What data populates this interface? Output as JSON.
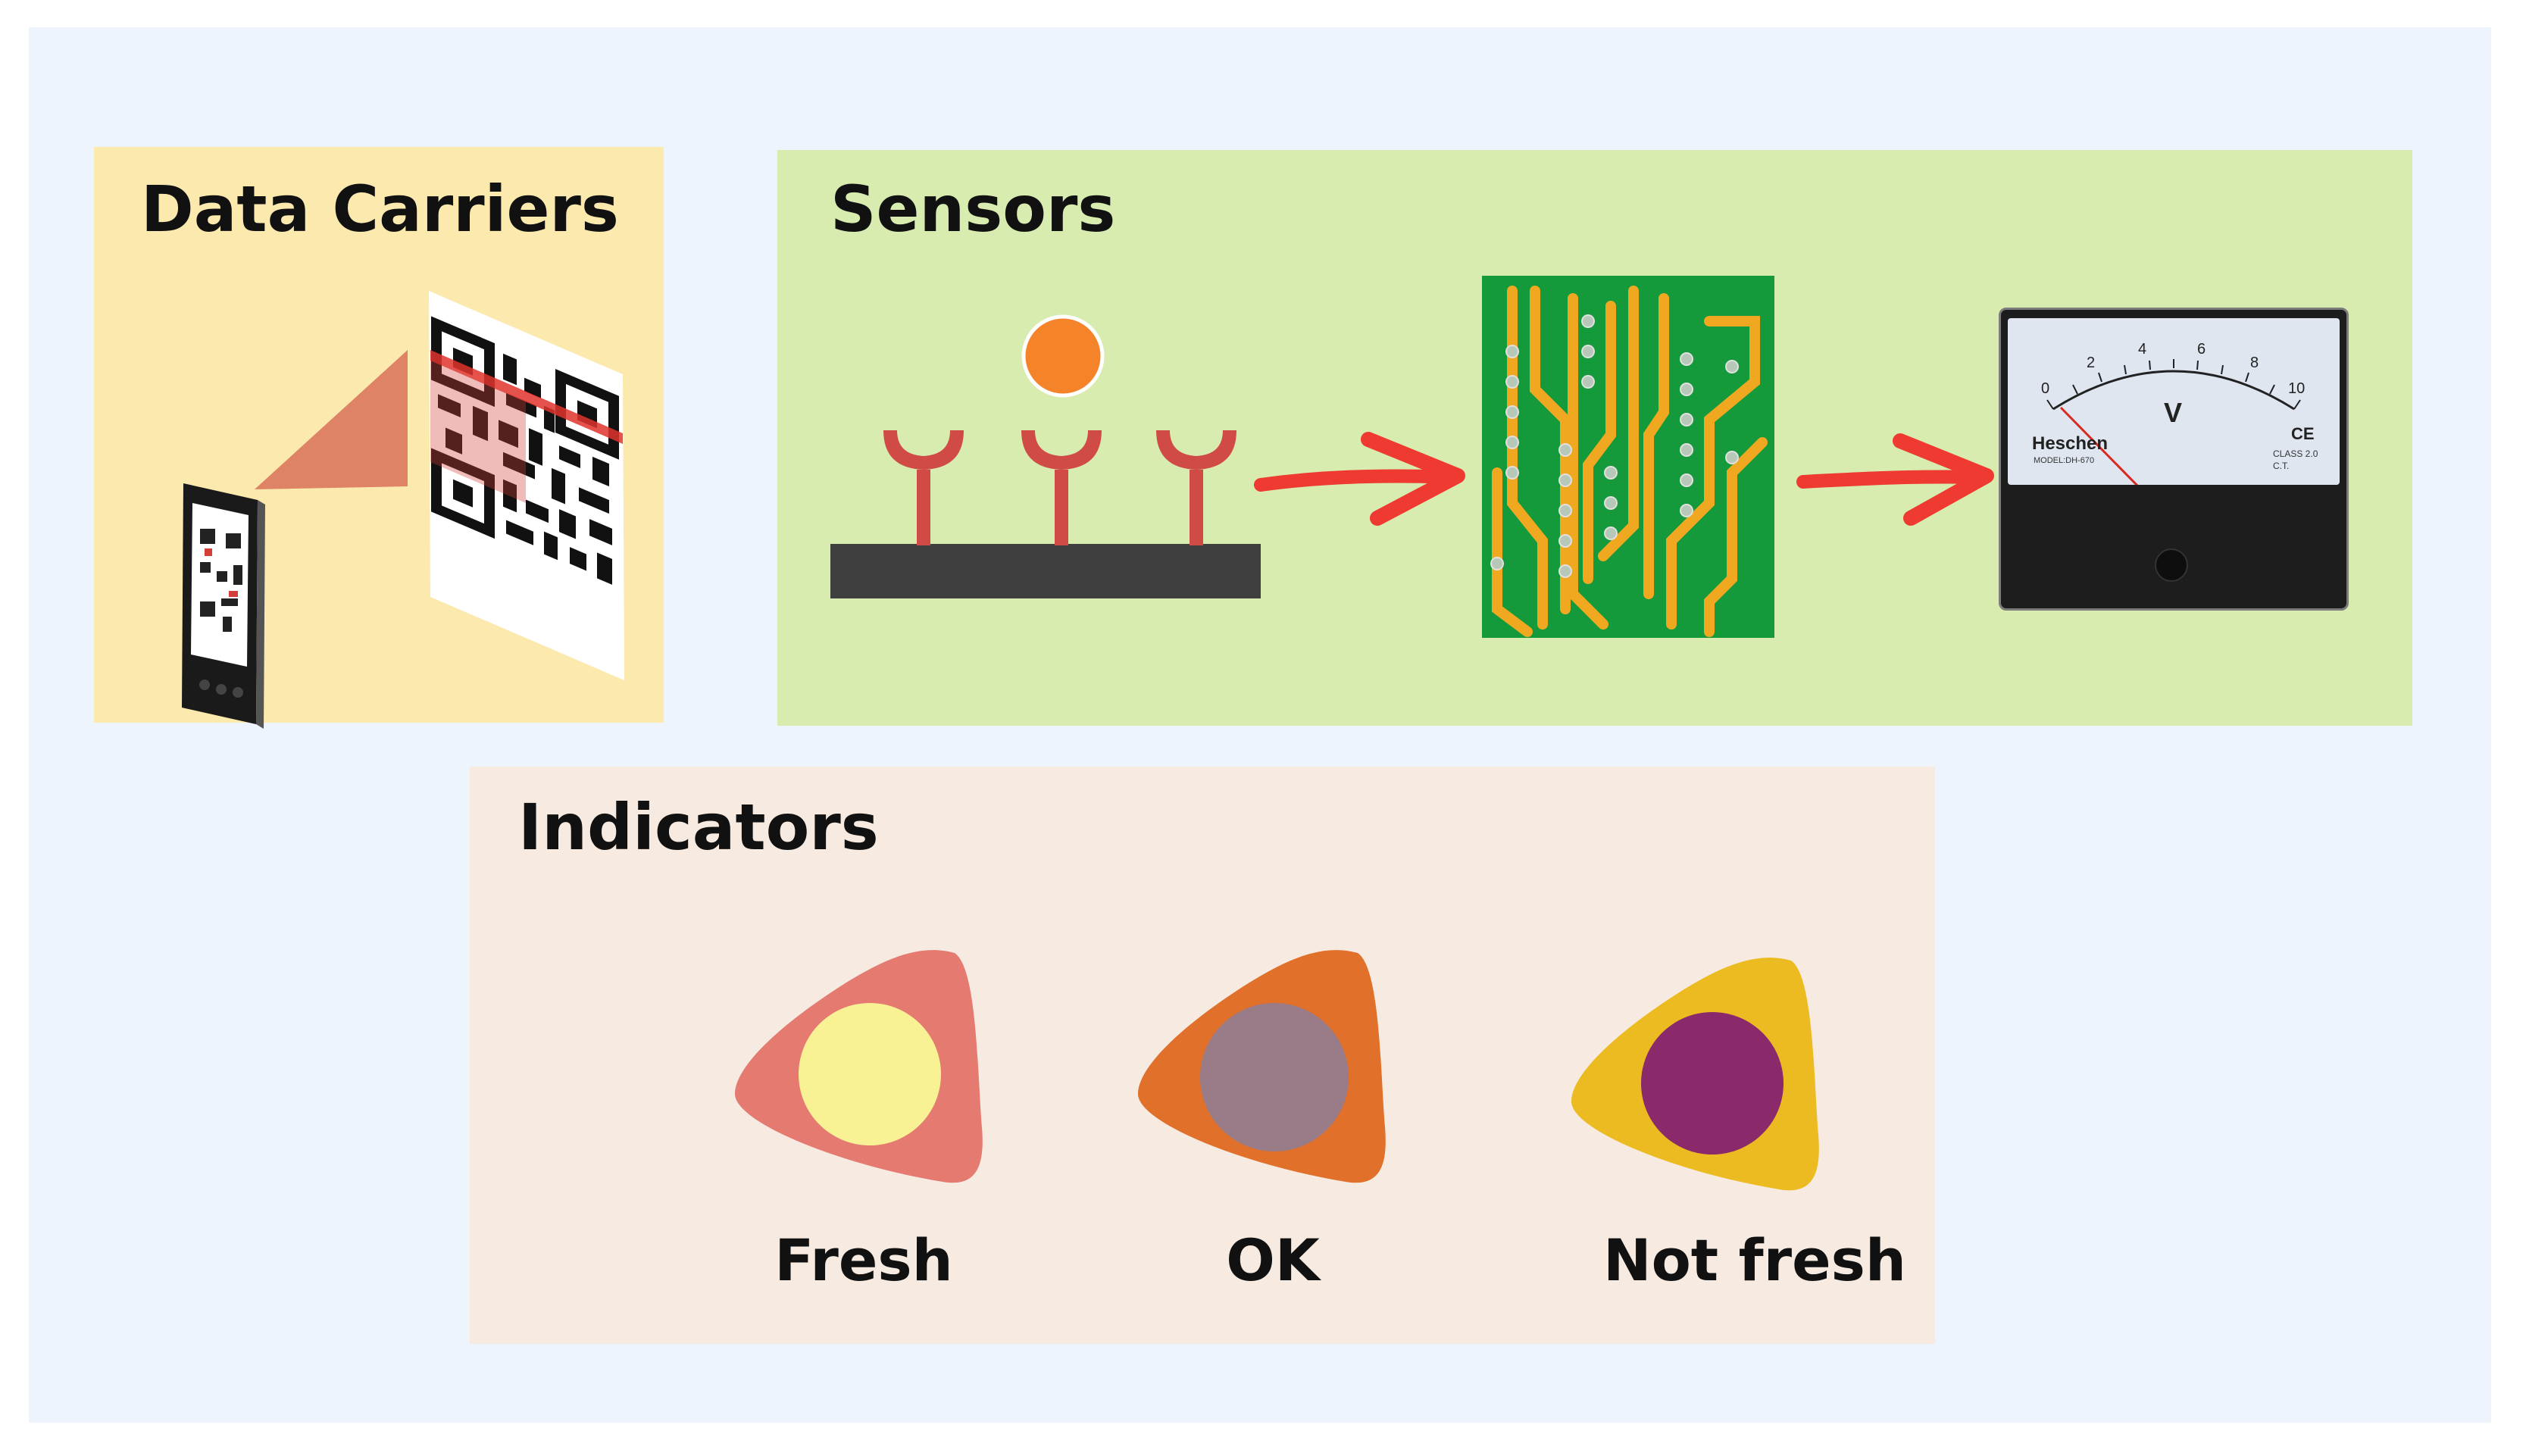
{
  "panels": {
    "data_carriers": {
      "title": "Data Carriers",
      "color": "#fbe9ad"
    },
    "sensors": {
      "title": "Sensors",
      "color": "#d8ecb0"
    },
    "indicators": {
      "title": "Indicators",
      "color": "#f7ebe1"
    }
  },
  "meter": {
    "scale_labels": [
      "0",
      "2",
      "4",
      "6",
      "8",
      "10"
    ],
    "unit": "V",
    "brand": "Heschen",
    "model": "MODEL:DH-670",
    "class_text": "CLASS 2.0",
    "ct_text": "C.T.",
    "ce_mark": "CE"
  },
  "indicators": [
    {
      "label": "Fresh",
      "outer_color": "#e47a70",
      "inner_color": "#f8f295"
    },
    {
      "label": "OK",
      "outer_color": "#e0702a",
      "inner_color": "#9a7b88"
    },
    {
      "label": "Not fresh",
      "outer_color": "#ecbb22",
      "inner_color": "#8a2a6a"
    }
  ],
  "colors": {
    "arrow": "#ee3a30",
    "receptor": "#d14b46",
    "analyte": "#f5832a",
    "substrate": "#3f3f3f",
    "pcb_board": "#149a3a",
    "pcb_trace": "#f0a820"
  }
}
